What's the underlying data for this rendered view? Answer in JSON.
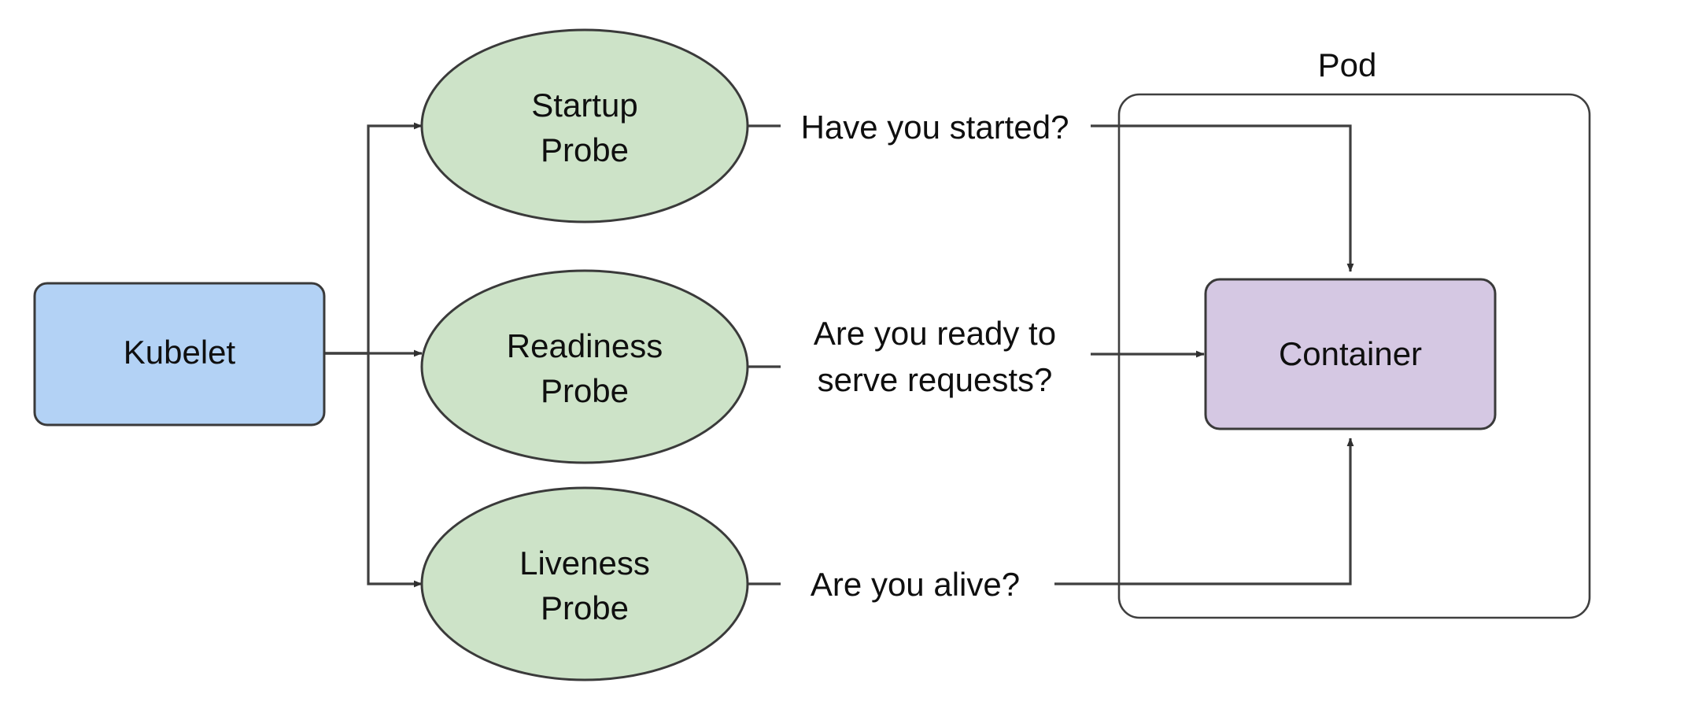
{
  "diagram": {
    "title_visible": false,
    "source_node": {
      "id": "kubelet",
      "label": "Kubelet",
      "shape": "rounded-rectangle",
      "fill": "#b3d2f5",
      "stroke": "#3a3a3a"
    },
    "probes": [
      {
        "id": "startup-probe",
        "label_line1": "Startup",
        "label_line2": "Probe",
        "shape": "ellipse",
        "fill": "#cde3c8",
        "stroke": "#3a3a3a",
        "question": "Have you started?",
        "question_line1": "Have you started?",
        "question_line2": ""
      },
      {
        "id": "readiness-probe",
        "label_line1": "Readiness",
        "label_line2": "Probe",
        "shape": "ellipse",
        "fill": "#cde3c8",
        "stroke": "#3a3a3a",
        "question": "Are you ready to serve requests?",
        "question_line1": "Are you ready to",
        "question_line2": "serve requests?"
      },
      {
        "id": "liveness-probe",
        "label_line1": "Liveness",
        "label_line2": "Probe",
        "shape": "ellipse",
        "fill": "#cde3c8",
        "stroke": "#3a3a3a",
        "question": "Are you alive?",
        "question_line1": "Are you alive?",
        "question_line2": ""
      }
    ],
    "pod": {
      "id": "pod",
      "label": "Pod",
      "shape": "rounded-rectangle-outline",
      "fill": "none",
      "stroke": "#3f3f3f"
    },
    "container": {
      "id": "container",
      "label": "Container",
      "shape": "rounded-rectangle",
      "fill": "#d5c8e3",
      "stroke": "#3a3a3a"
    },
    "colors": {
      "background": "#ffffff",
      "kubelet_fill": "#b3d2f5",
      "probe_fill": "#cde3c8",
      "container_fill": "#d5c8e3",
      "edge_stroke": "#3f3f3f",
      "text": "#0f0f0f"
    }
  }
}
